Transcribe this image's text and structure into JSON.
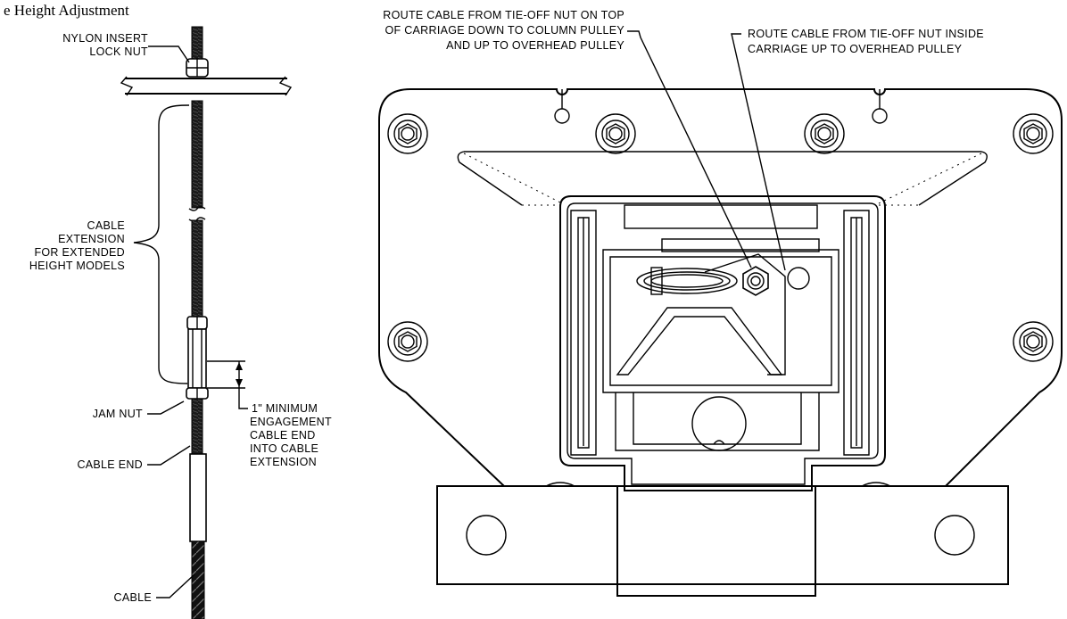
{
  "title_fragment": "e Height Adjustment",
  "labels": {
    "nylon_lock_nut": [
      "NYLON INSERT",
      "LOCK NUT"
    ],
    "cable_extension": [
      "CABLE",
      "EXTENSION",
      "FOR EXTENDED",
      "HEIGHT MODELS"
    ],
    "jam_nut": "JAM NUT",
    "engagement": [
      "1\" MINIMUM",
      "ENGAGEMENT",
      "CABLE END",
      "INTO CABLE",
      "EXTENSION"
    ],
    "cable_end": "CABLE END",
    "cable": "CABLE",
    "route_top": [
      "ROUTE CABLE FROM TIE-OFF NUT ON TOP",
      "OF CARRIAGE DOWN TO COLUMN PULLEY",
      "AND UP TO OVERHEAD PULLEY"
    ],
    "route_inside": [
      "ROUTE CABLE FROM TIE-OFF NUT INSIDE",
      "CARRIAGE UP TO OVERHEAD PULLEY"
    ]
  }
}
